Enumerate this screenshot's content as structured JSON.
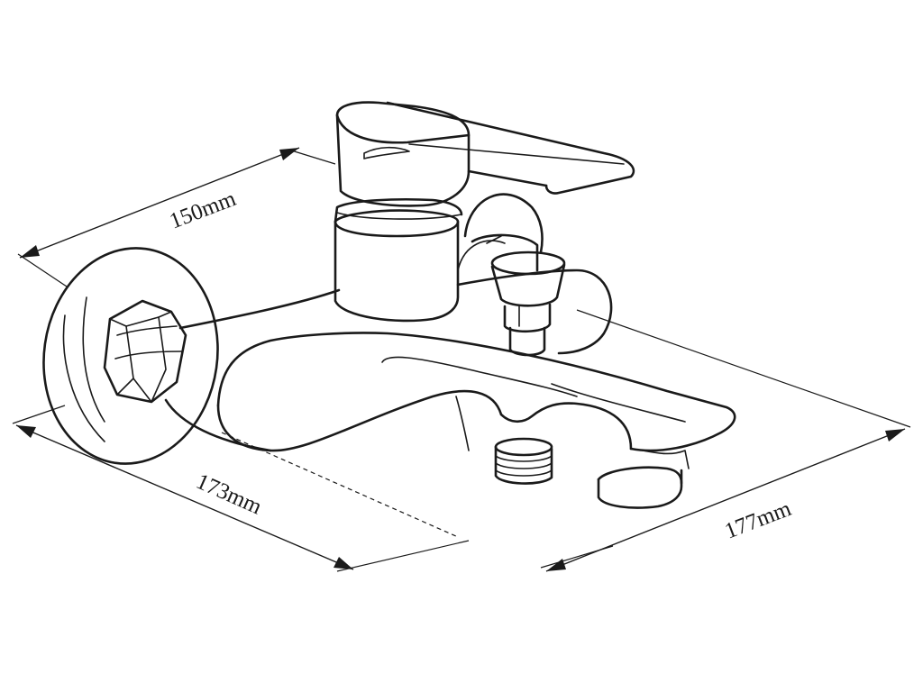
{
  "dimensions": {
    "width_label": "150mm",
    "depth_label": "173mm",
    "length_label": "177mm"
  },
  "line_color": "#1a1a1a",
  "background_color": "#ffffff"
}
